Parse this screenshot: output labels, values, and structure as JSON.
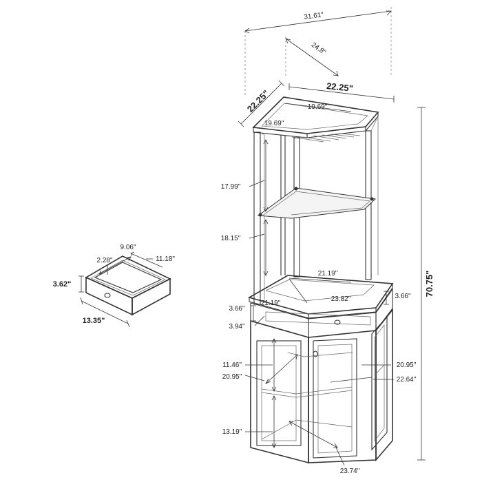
{
  "diagram": {
    "top_width": "31.61\"",
    "top_depth": "24.8\"",
    "top_side_left": "22.25\"",
    "top_side_right": "22.25\"",
    "top_inner_right": "19.69\"",
    "top_inner_left": "19.69\"",
    "shelf_gap_upper": "17.99\"",
    "shelf_gap_lower": "18.15\"",
    "overall_height": "70.75\"",
    "counter_back": "21.19\"",
    "counter_left": "21.19\"",
    "counter_front": "23.82\"",
    "drawer_band_left": "3.66\"",
    "drawer_band_right": "3.66\"",
    "drawer_band_lower": "3.94\"",
    "cabinet_shelf_gap": "11.46\"",
    "cabinet_inner_left": "20.95\"",
    "cabinet_inner_right": "20.95\"",
    "cabinet_inner_diag": "22.64\"",
    "cabinet_lower_gap": "13.19\"",
    "base_diag": "23.74\"",
    "drawer_inner_height": "2.28\"",
    "drawer_inner_width": "9.06\"",
    "drawer_inner_depth": "11.18\"",
    "drawer_height": "3.62\"",
    "drawer_width": "13.35\""
  }
}
